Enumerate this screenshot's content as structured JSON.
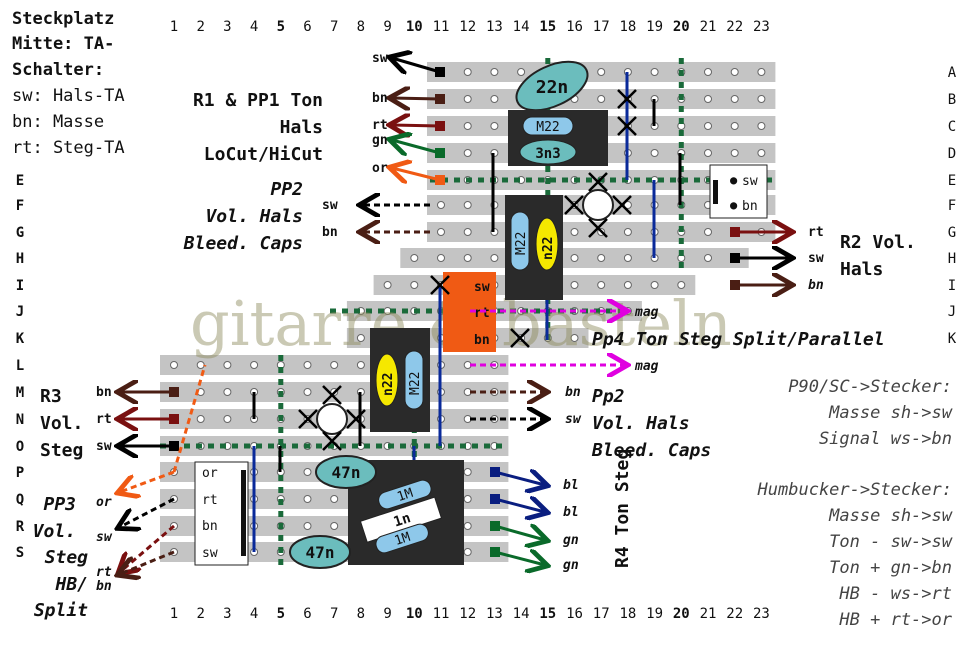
{
  "legend_top_left": [
    "Steckplatz",
    "Mitte: TA-",
    "Schalter:",
    "sw: Hals-TA",
    "bn: Masse",
    "rt: Steg-TA"
  ],
  "columns": [
    "1",
    "2",
    "3",
    "4",
    "5",
    "6",
    "7",
    "8",
    "9",
    "10",
    "11",
    "12",
    "13",
    "14",
    "15",
    "16",
    "17",
    "18",
    "19",
    "20",
    "21",
    "22",
    "23"
  ],
  "rows_right": [
    "A",
    "B",
    "C",
    "D",
    "E",
    "F",
    "G",
    "H",
    "I",
    "J",
    "K"
  ],
  "rows_left": [
    "E",
    "F",
    "G",
    "H",
    "I",
    "J",
    "K",
    "L",
    "M",
    "N",
    "O",
    "P",
    "Q",
    "R",
    "S"
  ],
  "titles": {
    "r1": [
      "R1 & PP1 Ton",
      "Hals",
      "LoCut/HiCut"
    ],
    "pp2_top": [
      "PP2",
      "Vol. Hals",
      "Bleed. Caps"
    ],
    "r2": [
      "R2 Vol.",
      "Hals"
    ],
    "pp4": "Pp4 Ton Steg Split/Parallel",
    "r3": [
      "R3",
      "Vol.",
      "Steg"
    ],
    "pp2_bottom": [
      "Pp2",
      "Vol. Hals",
      "Bleed. Caps"
    ],
    "pp3": [
      "PP3",
      "Vol.",
      "Steg",
      "HB/",
      "Split"
    ],
    "r4": "R4 Ton Steg"
  },
  "wires": {
    "top_left": [
      "sw",
      "bn",
      "rt",
      "gn",
      "or"
    ],
    "pp2_left": [
      "sw",
      "bn"
    ],
    "r2_right": [
      "rt",
      "sw",
      "bn"
    ],
    "mag": [
      "mag",
      "mag"
    ],
    "pp2_right": [
      "bn",
      "sw"
    ],
    "r3_left": [
      "bn",
      "rt",
      "sw"
    ],
    "r4_right": [
      "bl",
      "bl",
      "gn",
      "gn"
    ],
    "pp3_left": [
      "or",
      "sw",
      "rt",
      "bn"
    ]
  },
  "components": {
    "c22n": "22n",
    "r_m22_a": "M22",
    "c3n3": "3n3",
    "r_m22_b": "M22",
    "c_n22_a": "n22",
    "c_n22_b": "n22",
    "r_m22_c": "M22",
    "c47n_a": "47n",
    "c47n_b": "47n",
    "r1m_a": "1M",
    "c1n": "1n",
    "r1m_b": "1M",
    "switch_labels": [
      "sw",
      "rt",
      "bn"
    ],
    "conn_r2": [
      "sw",
      "bn"
    ],
    "conn_pp3": [
      "or",
      "rt",
      "bn",
      "sw"
    ]
  },
  "notes": {
    "p90_title": "P90/SC->Stecker:",
    "p90": [
      "Masse  sh->sw",
      "Signal ws->bn"
    ],
    "hb_title": "Humbucker->Stecker:",
    "hb": [
      "Masse sh->sw",
      "Ton - sw->sw",
      "Ton + gn->bn",
      "HB  - ws->rt",
      "HB  + rt->or"
    ]
  },
  "watermark": "gitarre & basteln",
  "colors": {
    "sw": "#000000",
    "bn": "#4a1e14",
    "rt": "#7a1010",
    "gn": "#0a6a2a",
    "or": "#f05a14",
    "mag": "#e000e0",
    "bl": "#0a1e80",
    "strip": "#c4c4c4",
    "green_cut": "#1a6a3a",
    "cap": "#6bbdbd",
    "res": "#8ec8ea",
    "yellow": "#f5e800",
    "wire_blue": "#0a2a9a"
  }
}
